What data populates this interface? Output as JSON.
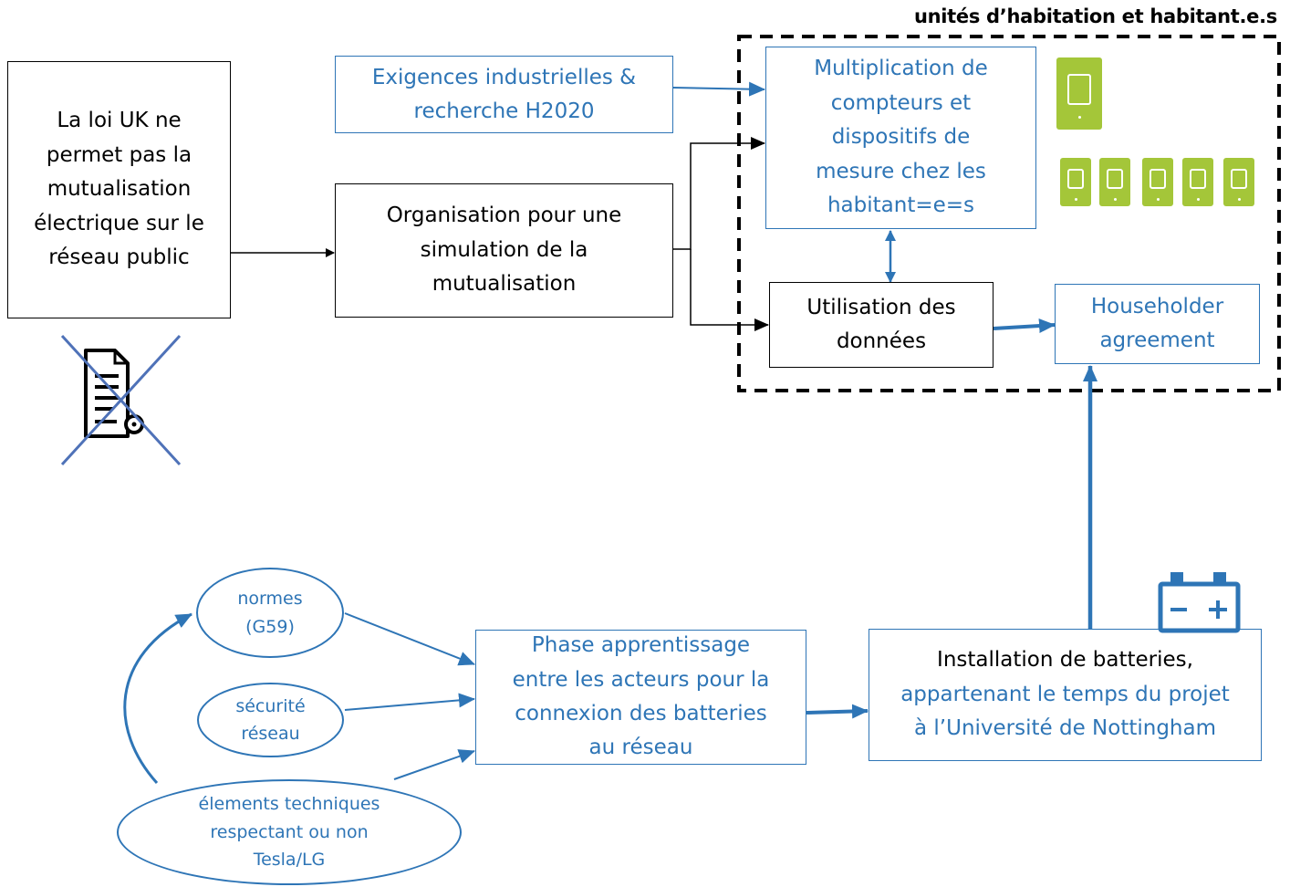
{
  "title": "unités d’habitation et habitant.e.s",
  "boxes": {
    "uk_law": [
      "La loi UK ne",
      "permet pas la",
      "mutualisation",
      "électrique sur le",
      "réseau public"
    ],
    "requirements": [
      "Exigences industrielles &",
      "recherche H2020"
    ],
    "organisation": [
      "Organisation pour une",
      "simulation de la",
      "mutualisation"
    ],
    "multiplication": [
      "Multiplication de",
      "compteurs et",
      "dispositifs de",
      "mesure chez les",
      "habitant=e=s"
    ],
    "data_usage": [
      "Utilisation des",
      "données"
    ],
    "householder": [
      "Householder",
      "agreement"
    ],
    "learning_phase": [
      "Phase apprentissage",
      "entre les acteurs pour la",
      "connexion des batteries",
      "au réseau"
    ],
    "installation_first": "Installation de batteries,",
    "installation_rest": [
      "appartenant le temps du projet",
      "à l’Université de Nottingham"
    ]
  },
  "ellipses": {
    "norms": [
      "normes",
      "(G59)"
    ],
    "security": [
      "sécurité",
      "réseau"
    ],
    "technical": [
      "élements techniques",
      "respectant ou non",
      "Tesla/LG"
    ]
  },
  "icons": {
    "crossed_document": "document-crossed-icon",
    "battery": "battery-icon",
    "devices": "tablet-icon"
  },
  "colors": {
    "blue": "#2e75b6",
    "black": "#000000",
    "device_green": "#a4c639"
  }
}
